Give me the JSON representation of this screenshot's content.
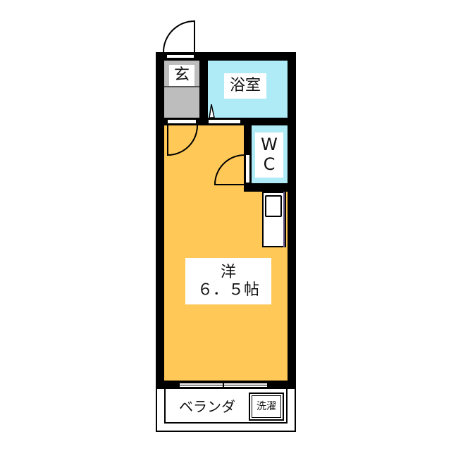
{
  "floorplan": {
    "colors": {
      "wall": "#000000",
      "western_room": "#FFC857",
      "bath_wc": "#AEEBF7",
      "entrance": "#BDBDBD",
      "balcony": "#FFFFFF"
    },
    "rooms": {
      "entrance": {
        "label": "玄"
      },
      "bathroom": {
        "label": "浴室"
      },
      "wc": {
        "label_line1": "W",
        "label_line2": "C"
      },
      "western_room": {
        "label_line1": "洋",
        "label_line2": "６．５帖"
      },
      "balcony": {
        "label": "ベランダ"
      },
      "washer": {
        "label": "洗濯"
      }
    }
  }
}
